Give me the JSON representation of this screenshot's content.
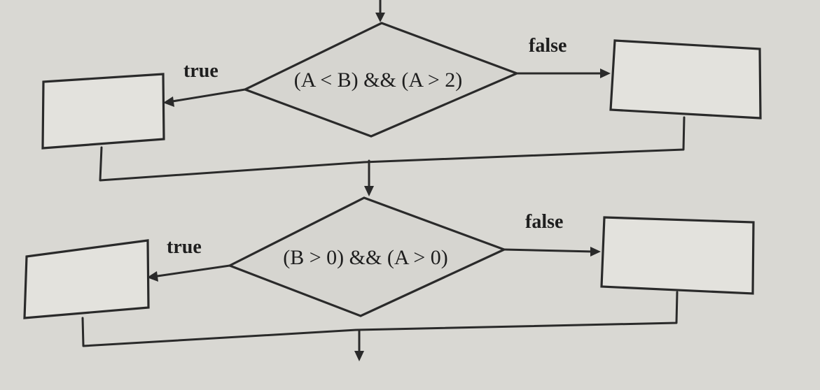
{
  "decisions": [
    {
      "condition": "(A < B) && (A > 2)",
      "true_label": "true",
      "false_label": "false"
    },
    {
      "condition": "(B > 0) && (A > 0)",
      "true_label": "true",
      "false_label": "false"
    }
  ],
  "colors": {
    "ink": "#2a2a2a",
    "paper": "#d9d8d3"
  }
}
